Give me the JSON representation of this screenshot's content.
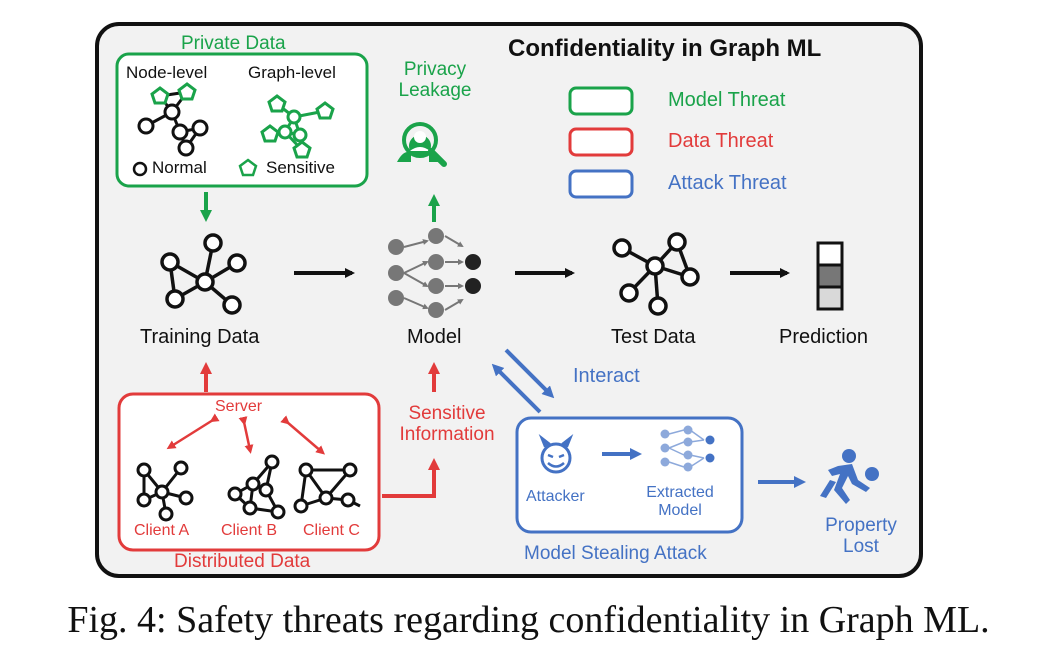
{
  "title": "Confidentiality in Graph ML",
  "private_data": {
    "title": "Private Data",
    "node_level": "Node-level",
    "graph_level": "Graph-level",
    "normal": "Normal",
    "sensitive": "Sensitive"
  },
  "privacy_leakage": [
    "Privacy",
    "Leakage"
  ],
  "legend": {
    "model_threat": "Model Threat",
    "data_threat": "Data Threat",
    "attack_threat": "Attack Threat"
  },
  "pipeline": {
    "training_data": "Training Data",
    "model": "Model",
    "test_data": "Test Data",
    "prediction": "Prediction"
  },
  "distributed": {
    "title": "Distributed Data",
    "server": "Server",
    "client_a": "Client A",
    "client_b": "Client B",
    "client_c": "Client C"
  },
  "sensitive_info": [
    "Sensitive",
    "Information"
  ],
  "interact": "Interact",
  "stealing": {
    "title": "Model Stealing Attack",
    "attacker": "Attacker",
    "extracted": [
      "Extracted",
      "Model"
    ]
  },
  "property_lost": [
    "Property",
    "Lost"
  ],
  "caption": "Fig. 4: Safety threats regarding confidentiality in Graph ML.",
  "colors": {
    "model_threat": "#1aa34a",
    "data_threat": "#e23b3b",
    "attack_threat": "#4472c4",
    "panel_bg": "#f2f2f2"
  },
  "icons": [
    "privacy-leakage-icon",
    "attacker-devil-icon",
    "running-thief-icon"
  ]
}
